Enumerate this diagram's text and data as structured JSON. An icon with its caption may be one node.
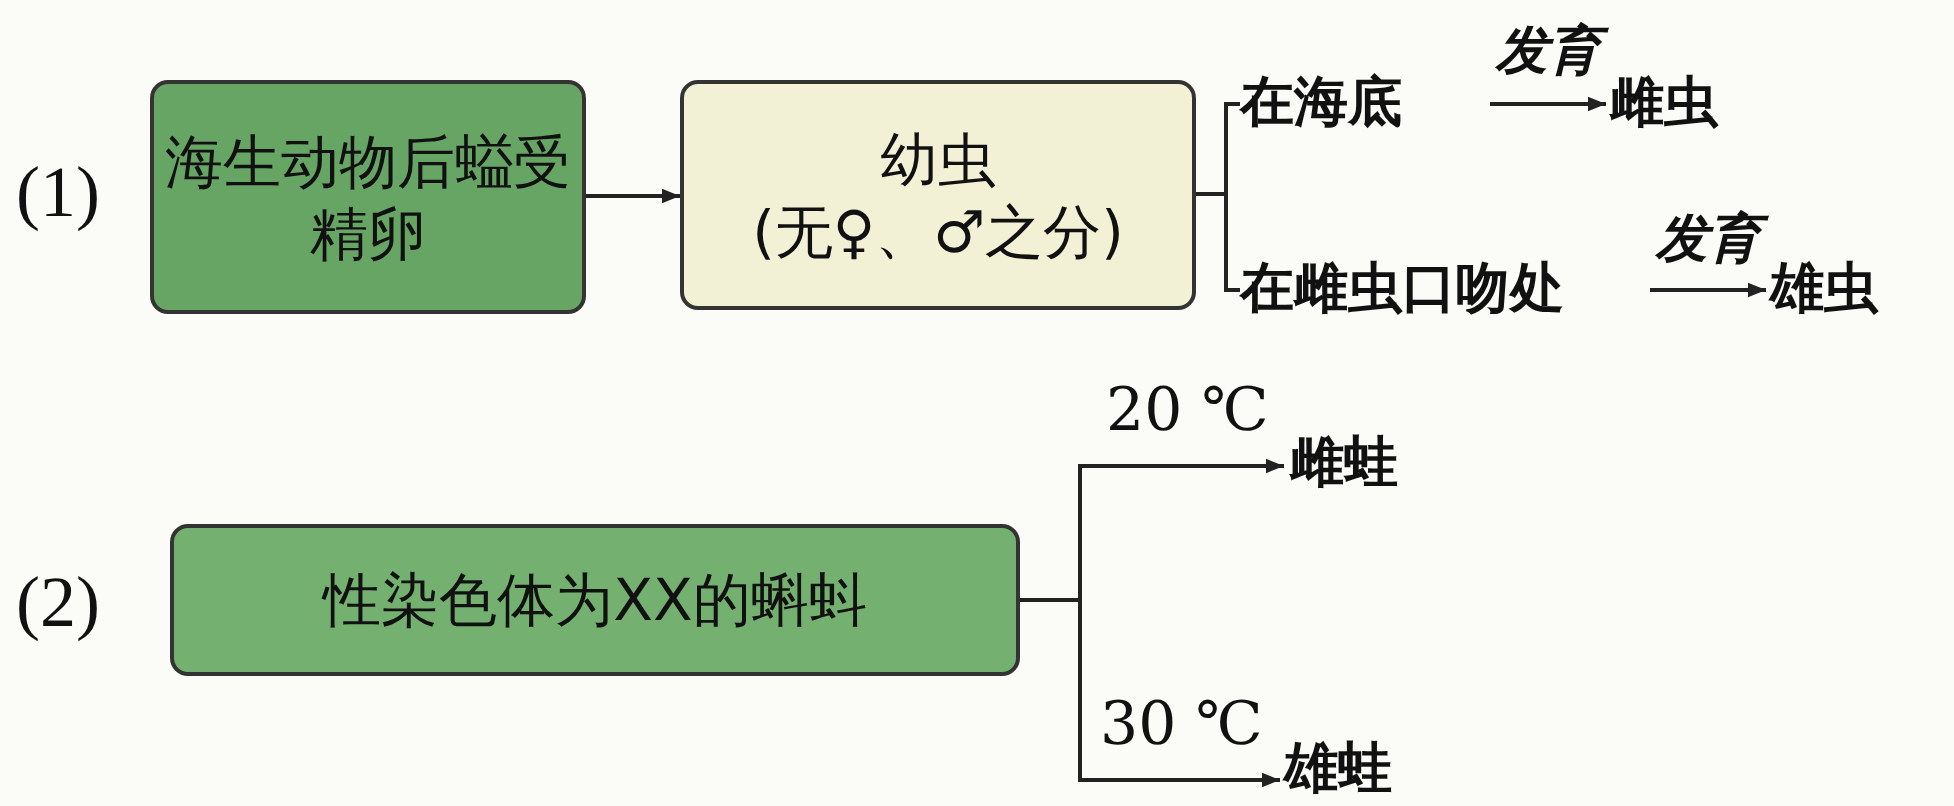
{
  "diagram": {
    "nodes": [
      {
        "text": [
          "海生动物后螠受精卵"
        ]
      },
      {
        "text": [
          "幼虫",
          "(无♀、♂之分)"
        ]
      },
      {
        "text": [
          "在海底"
        ]
      },
      {
        "text": [
          "雌虫"
        ]
      },
      {
        "text": [
          "在雌虫口吻处"
        ]
      },
      {
        "text": [
          "雄虫"
        ]
      },
      {
        "text": [
          "性染色体为XX的蝌蚪"
        ]
      },
      {
        "text": [
          "雌蛙"
        ]
      },
      {
        "text": [
          "雄蛙"
        ]
      }
    ],
    "edges": [
      {
        "from": 0,
        "to": 1,
        "arrow": "to"
      },
      {
        "from": 1,
        "to": 2,
        "arrow": "none"
      },
      {
        "from": 1,
        "to": 4,
        "arrow": "none"
      },
      {
        "from": 2,
        "to": 3,
        "arrow": "to",
        "label": "发育"
      },
      {
        "from": 4,
        "to": 5,
        "arrow": "to",
        "label": "发育"
      },
      {
        "from": 6,
        "to": 7,
        "arrow": "to",
        "label": "20 ℃"
      },
      {
        "from": 6,
        "to": 8,
        "arrow": "to",
        "label": "30 ℃"
      }
    ],
    "labels": [
      "(1)",
      "(2)"
    ]
  }
}
